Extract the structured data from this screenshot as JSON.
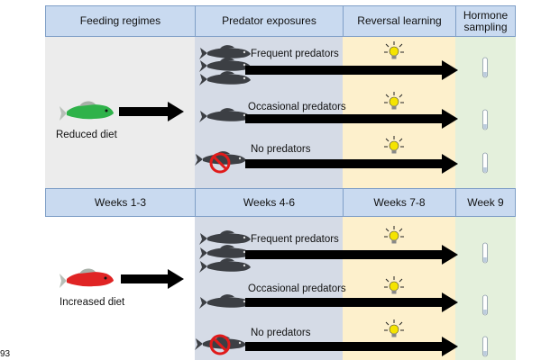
{
  "headers": {
    "feeding": "Feeding regimes",
    "predator": "Predator exposures",
    "reversal": "Reversal learning",
    "hormone_line1": "Hormone",
    "hormone_line2": "sampling"
  },
  "weeks": {
    "w1": "Weeks 1-3",
    "w2": "Weeks 4-6",
    "w3": "Weeks 7-8",
    "w4": "Week 9"
  },
  "top_panel": {
    "diet_label": "Reduced diet",
    "diet_fish_color": "#2fb24a",
    "rows": [
      {
        "label": "Frequent predators"
      },
      {
        "label": "Occasional predators"
      },
      {
        "label": "No predators"
      }
    ]
  },
  "bottom_panel": {
    "diet_label": "Increased diet",
    "diet_fish_color": "#e02424",
    "rows": [
      {
        "label": "Frequent predators"
      },
      {
        "label": "Occasional predators"
      },
      {
        "label": "No predators"
      }
    ]
  },
  "colors": {
    "col1_bg": "#ececec",
    "col2_bg": "#d5dbe6",
    "col3_bg": "#fdf0cc",
    "col4_bg": "#e4f0dc",
    "header_bg": "#c9daf0",
    "arrow": "#000000",
    "bulb": "#f5e400",
    "no_sign": "#e01b1b"
  },
  "icons": {
    "predator": "predator-fish-icon",
    "bulb": "lightbulb-icon",
    "tube": "test-tube-icon",
    "no_sign": "no-entry-icon"
  },
  "line_number": "93"
}
